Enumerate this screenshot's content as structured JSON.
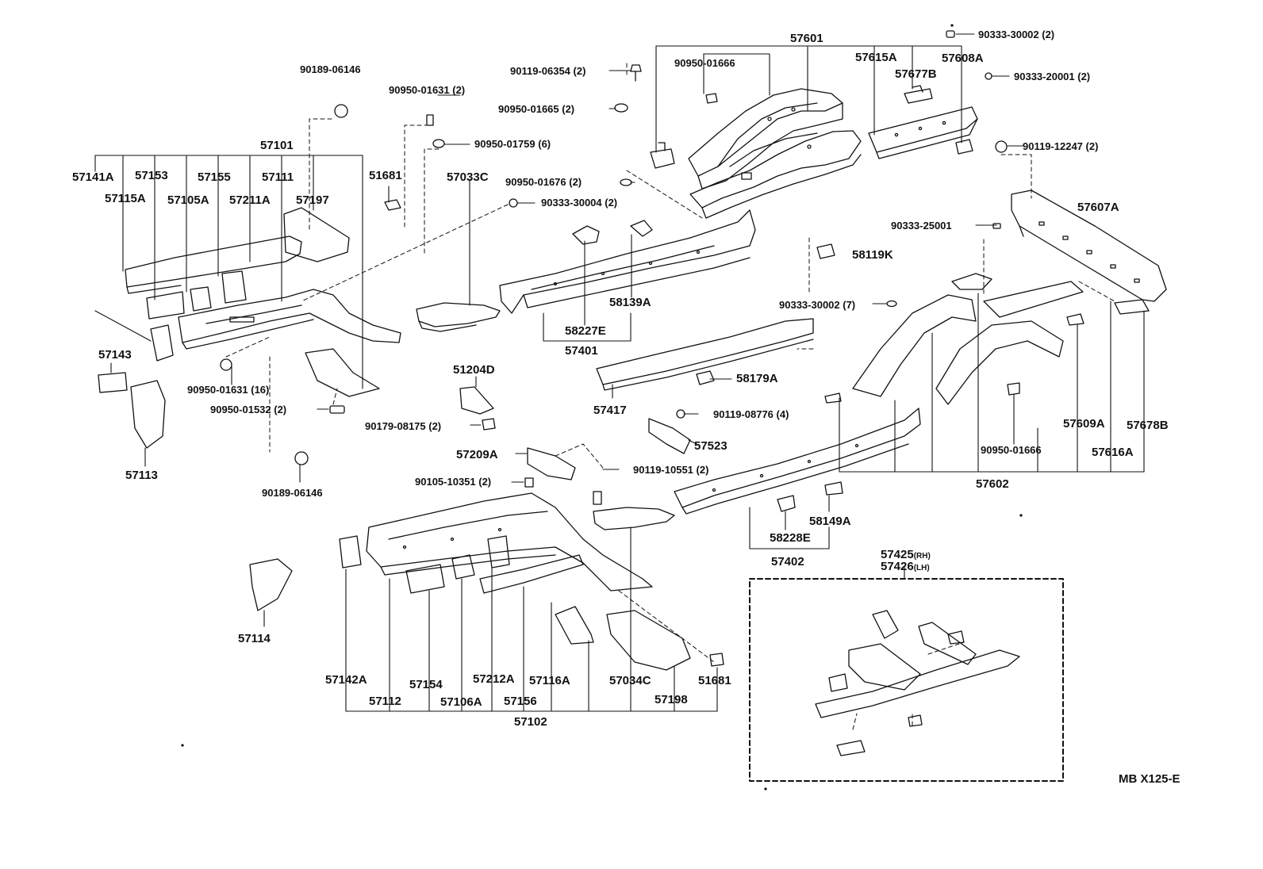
{
  "diagram_code": "MB X125-E",
  "labels": {
    "p57601": "57601",
    "p90333_30002_2": "90333-30002 (2)",
    "p57615A": "57615A",
    "p57608A": "57608A",
    "p90950_01666_top": "90950-01666",
    "p90119_06354": "90119-06354 (2)",
    "p57677B": "57677B",
    "p90333_20001": "90333-20001 (2)",
    "p90950_01665": "90950-01665 (2)",
    "p90189_06146_top": "90189-06146",
    "p90950_01631_2": "90950-01631 (2)",
    "p90119_12247": "90119-12247 (2)",
    "p90950_01759": "90950-01759 (6)",
    "p57101": "57101",
    "p57141A": "57141A",
    "p57153": "57153",
    "p57155": "57155",
    "p57111": "57111",
    "p51681_top": "51681",
    "p57033C": "57033C",
    "p90950_01676": "90950-01676 (2)",
    "p57115A": "57115A",
    "p57105A": "57105A",
    "p57211A": "57211A",
    "p57197": "57197",
    "p90333_30004": "90333-30004 (2)",
    "p57607A": "57607A",
    "p90333_25001": "90333-25001",
    "p58119K": "58119K",
    "p58139A": "58139A",
    "p90333_30002_7": "90333-30002 (7)",
    "p58227E": "58227E",
    "p57401": "57401",
    "p57143": "57143",
    "p58179A": "58179A",
    "p51204D": "51204D",
    "p90950_01631_16": "90950-01631 (16)",
    "p57417": "57417",
    "p90119_08776": "90119-08776 (4)",
    "p90950_01532": "90950-01532 (2)",
    "p57609A": "57609A",
    "p57678B": "57678B",
    "p90179_08175": "90179-08175 (2)",
    "p57523": "57523",
    "p90950_01666_right": "90950-01666",
    "p57616A": "57616A",
    "p57113": "57113",
    "p57209A": "57209A",
    "p90119_10551": "90119-10551 (2)",
    "p90105_10351": "90105-10351 (2)",
    "p57602": "57602",
    "p90189_06146_bottom": "90189-06146",
    "p58149A": "58149A",
    "p58228E": "58228E",
    "p57402": "57402",
    "p57425": "57425",
    "p57425_side": "(RH)",
    "p57426": "57426",
    "p57426_side": "(LH)",
    "p57114": "57114",
    "p57142A": "57142A",
    "p57154": "57154",
    "p57212A": "57212A",
    "p57116A": "57116A",
    "p57034C": "57034C",
    "p51681_bottom": "51681",
    "p57112": "57112",
    "p57106A": "57106A",
    "p57156": "57156",
    "p57198": "57198",
    "p57102": "57102"
  }
}
